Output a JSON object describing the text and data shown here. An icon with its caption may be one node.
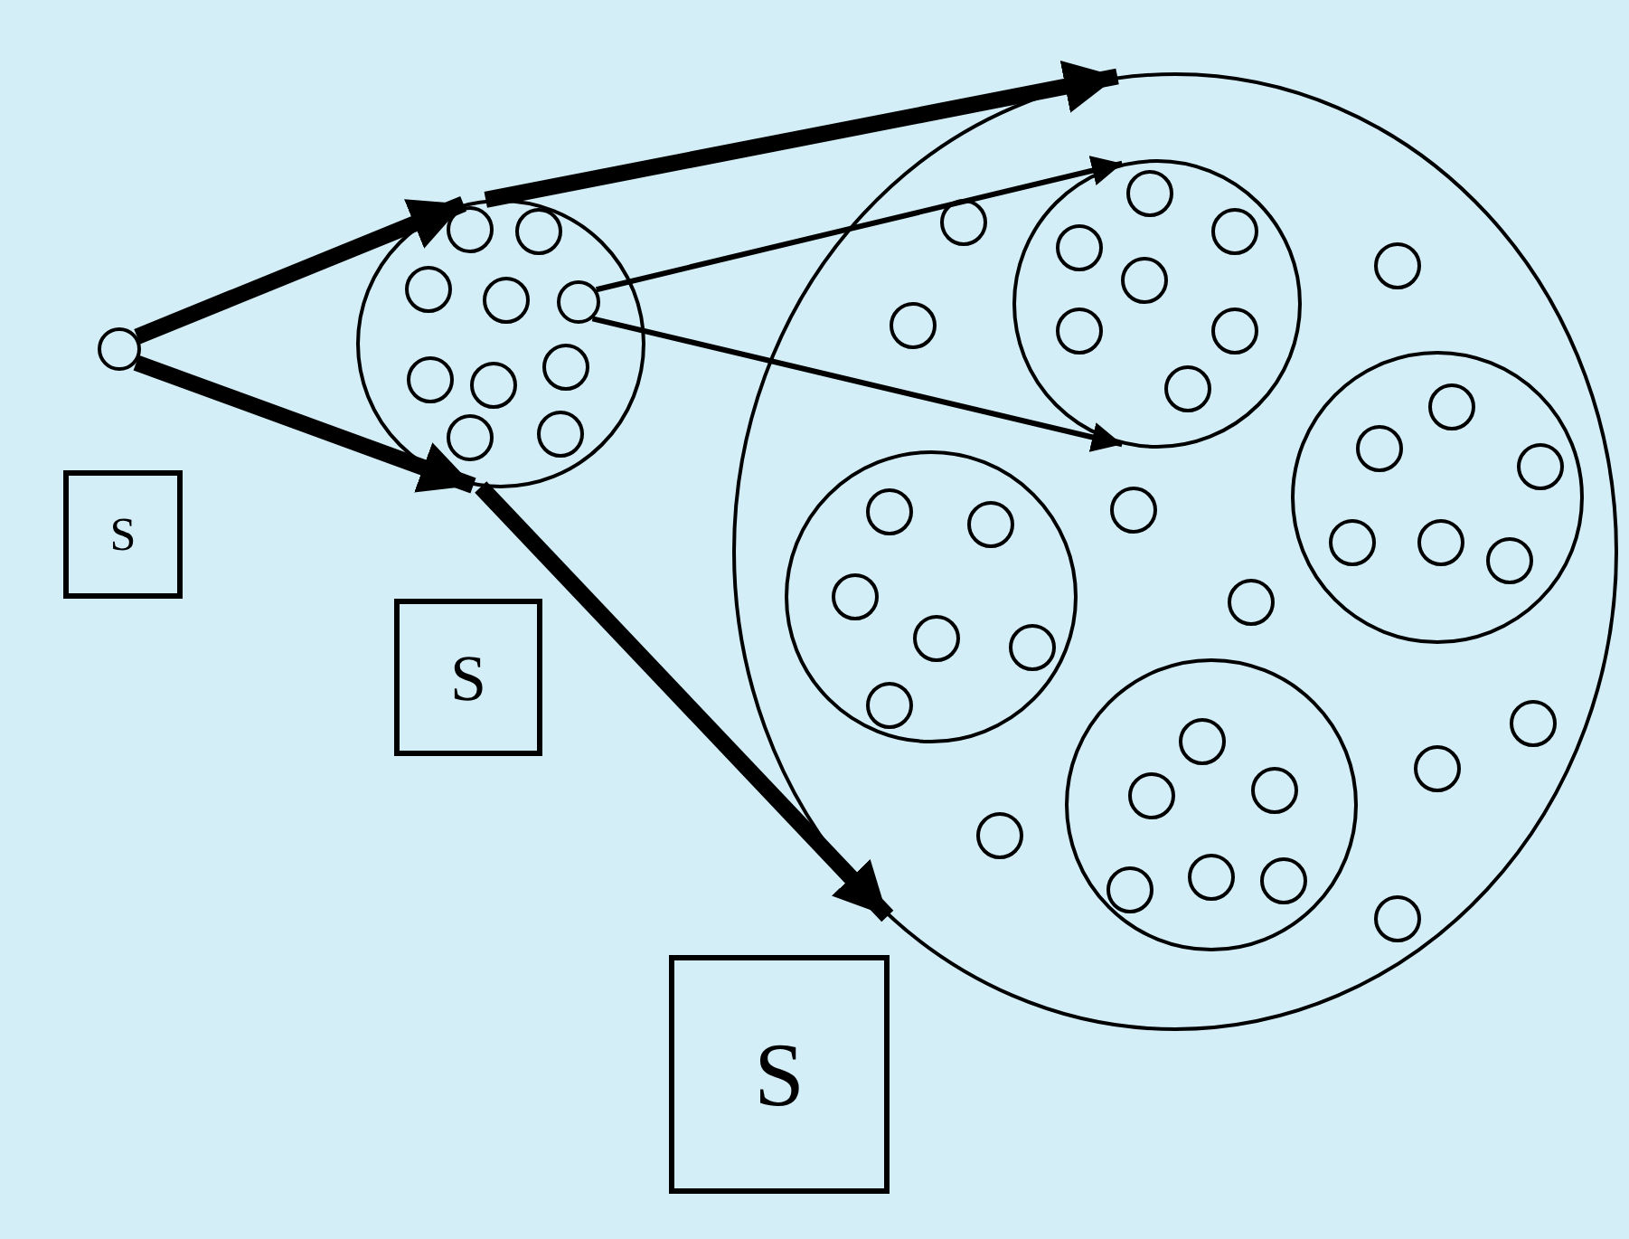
{
  "diagram": {
    "nodes": [
      {
        "text": [],
        "shape": "circle"
      },
      {
        "text": [
          "S"
        ]
      },
      {
        "text": [],
        "shape": "circle"
      },
      {
        "text": [],
        "shape": "circle",
        "in": 2
      },
      {
        "text": [
          "S"
        ]
      },
      {
        "text": [],
        "shape": "circle"
      },
      {
        "text": [],
        "shape": "circle",
        "in": 5
      },
      {
        "text": [
          "S"
        ]
      }
    ],
    "edges": [
      {
        "from": 0,
        "to": 2,
        "arrow": "to"
      },
      {
        "from": 0,
        "to": 2,
        "arrow": "to"
      },
      {
        "from": 2,
        "to": 5,
        "arrow": "to"
      },
      {
        "from": 2,
        "to": 5,
        "arrow": "to"
      },
      {
        "from": 3,
        "to": 6,
        "arrow": "to"
      },
      {
        "from": 3,
        "to": 6,
        "arrow": "to"
      }
    ]
  }
}
